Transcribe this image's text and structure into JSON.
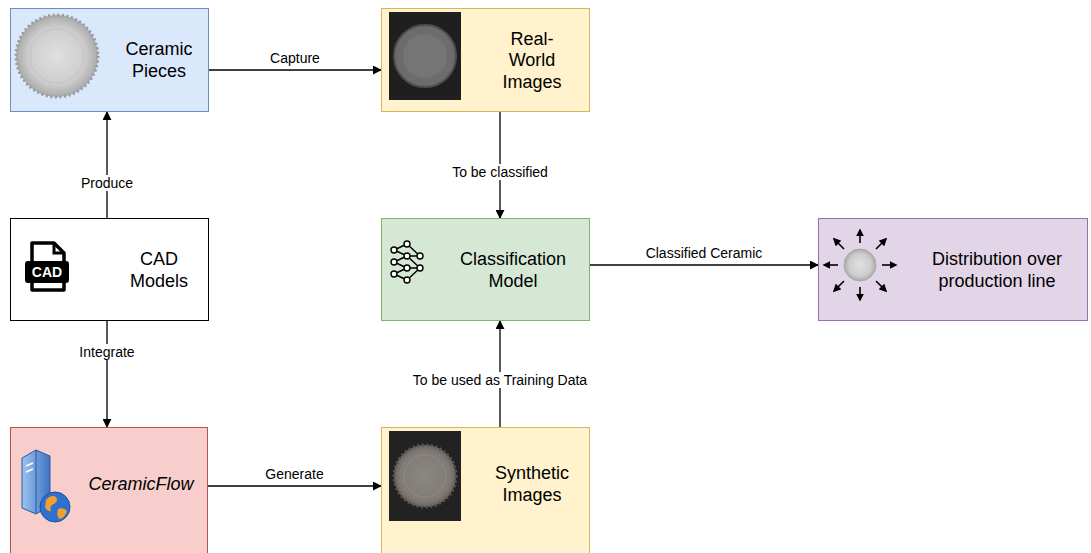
{
  "diagram": {
    "nodes": [
      {
        "text": [
          "Ceramic Pieces"
        ]
      },
      {
        "text": [
          "Real-World Images"
        ]
      },
      {
        "text": [
          "CAD Models"
        ]
      },
      {
        "text": [
          "Classification Model"
        ]
      },
      {
        "text": [
          "Distribution over production line"
        ]
      },
      {
        "text": [
          "CeramicFlow"
        ]
      },
      {
        "text": [
          "Synthetic Images"
        ]
      }
    ],
    "edges": [
      {
        "from": 0,
        "to": 1,
        "label": "Capture",
        "arrow": "to"
      },
      {
        "from": 1,
        "to": 3,
        "label": "To be classified",
        "arrow": "to"
      },
      {
        "from": 2,
        "to": 0,
        "label": "Produce",
        "arrow": "to"
      },
      {
        "from": 2,
        "to": 5,
        "label": "Integrate",
        "arrow": "to"
      },
      {
        "from": 5,
        "to": 6,
        "label": "Generate",
        "arrow": "to"
      },
      {
        "from": 6,
        "to": 3,
        "label": "To be used as Training Data",
        "arrow": "to"
      },
      {
        "from": 3,
        "to": 4,
        "label": "Classified Ceramic",
        "arrow": "to"
      }
    ],
    "labels": [
      "CAD"
    ]
  }
}
